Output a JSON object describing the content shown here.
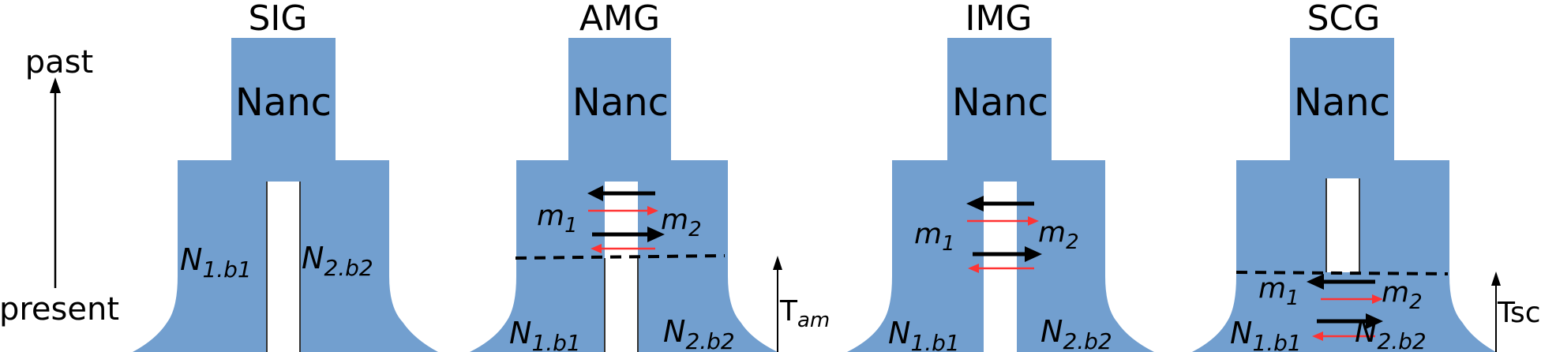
{
  "axis": {
    "past_label": "past",
    "present_label": "present"
  },
  "colors": {
    "population": "#729fcf",
    "gene_flow_strong": "#000000",
    "gene_flow_weak": "#ff3333"
  },
  "models": [
    {
      "title": "SIG",
      "ancestral": "Nanc",
      "pop1": "N1.b1",
      "pop2": "N2.b2"
    },
    {
      "title": "AMG",
      "ancestral": "Nanc",
      "pop1": "N1.b1",
      "pop2": "N2.b2",
      "m1": "m1",
      "m2": "m2",
      "time_prefix": "T",
      "time_suffix": "am"
    },
    {
      "title": "IMG",
      "ancestral": "Nanc",
      "pop1": "N1.b1",
      "pop2": "N2.b2",
      "m1": "m1",
      "m2": "m2"
    },
    {
      "title": "SCG",
      "ancestral": "Nanc",
      "pop1": "N1.b1",
      "pop2": "N2.b2",
      "m1": "m1",
      "m2": "m2",
      "time_label": "Tsc"
    }
  ]
}
